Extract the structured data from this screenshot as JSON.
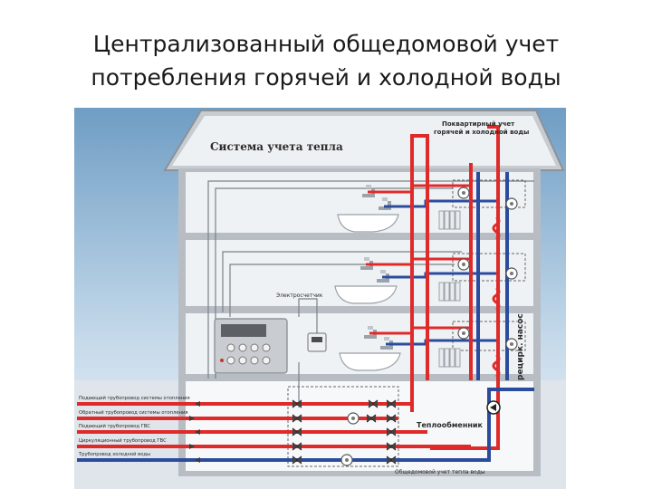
{
  "title": {
    "line1": "Централизованный  общедомовой  учет",
    "line2": "потребления горячей и холодной воды"
  },
  "diagram": {
    "system_label": "Система учета тепла",
    "apartment_meter_label_1": "Поквартирный учет",
    "apartment_meter_label_2": "горячей и холодной воды",
    "electronic_label": "Электросчетчик",
    "heat_exchanger_label": "Теплообменник",
    "recirc_pump_label": "рецирк. насос",
    "building_meter_label": "Общедомовой учет тепла воды",
    "pipe_labels": [
      "Подающий трубопровод системы отопления",
      "Обратный трубопровод системы отопления",
      "Подающий трубопровод ГВС",
      "Циркуляционный трубопровод ГВС",
      "Трубопровод холодной воды"
    ],
    "colors": {
      "hot_pipe": "#e02a2a",
      "cold_pipe": "#2b4c9e",
      "wall": "#b7bdc3",
      "sky_top": "#6f9dc4",
      "sky_bottom": "#eef4f9",
      "ground": "#9aa7b0"
    },
    "icons": [
      "faucet-icon",
      "sink-icon",
      "radiator-icon",
      "water-meter-icon",
      "valve-icon",
      "pump-icon",
      "controller-icon"
    ]
  }
}
